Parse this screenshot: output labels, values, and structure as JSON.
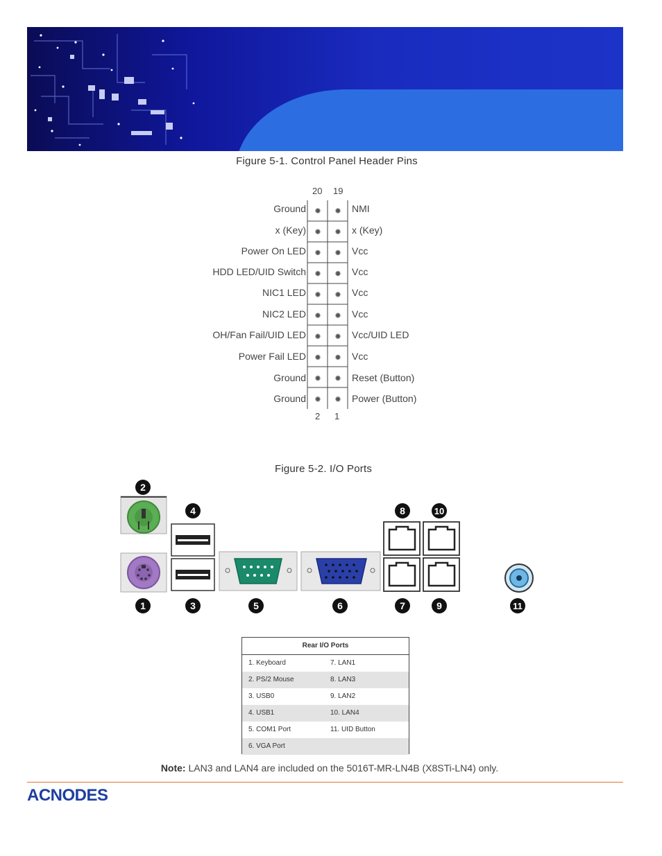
{
  "figure1": {
    "title": "Figure 5-1. Control Panel Header Pins",
    "top_numbers": [
      "20",
      "19"
    ],
    "bottom_numbers": [
      "2",
      "1"
    ],
    "rows": [
      {
        "left": "Ground",
        "right": "NMI"
      },
      {
        "left": "x (Key)",
        "right": "x (Key)"
      },
      {
        "left": "Power On LED",
        "right": "Vcc"
      },
      {
        "left": "HDD LED/UID Switch",
        "right": "Vcc"
      },
      {
        "left": "NIC1 LED",
        "right": "Vcc"
      },
      {
        "left": "NIC2 LED",
        "right": "Vcc"
      },
      {
        "left": "OH/Fan Fail/UID LED",
        "right": "Vcc/UID LED"
      },
      {
        "left": "Power Fail LED",
        "right": "Vcc"
      },
      {
        "left": "Ground",
        "right": "Reset (Button)"
      },
      {
        "left": "Ground",
        "right": "Power (Button)"
      }
    ]
  },
  "figure2": {
    "title": "Figure 5-2. I/O Ports",
    "callouts": [
      "1",
      "2",
      "3",
      "4",
      "5",
      "6",
      "7",
      "8",
      "9",
      "10",
      "11"
    ]
  },
  "rear_table": {
    "header": "Rear I/O Ports",
    "rows": [
      {
        "c1": "1. Keyboard",
        "c2": "7. LAN1"
      },
      {
        "c1": "2. PS/2 Mouse",
        "c2": "8. LAN3"
      },
      {
        "c1": "3. USB0",
        "c2": "9. LAN2"
      },
      {
        "c1": "4. USB1",
        "c2": "10. LAN4"
      },
      {
        "c1": "5. COM1 Port",
        "c2": "11. UID Button"
      },
      {
        "c1": "6. VGA Port",
        "c2": ""
      }
    ]
  },
  "note": {
    "label": "Note:",
    "text": " LAN3 and LAN4 are included on the 5016T-MR-LN4B (X8STi-LN4) only."
  },
  "footer": {
    "logo_text": "ACNODES"
  },
  "colors": {
    "banner_dark": "#0a0c55",
    "banner_swoosh": "#2c6de2",
    "rule": "#e07030",
    "logo": "#1d3f9e",
    "ps2_mouse": "#5cae55",
    "ps2_keyboard": "#a27ac4",
    "com_port": "#1a8a6a",
    "vga_port": "#2a3fa8",
    "uid_button": "#6fb8e6"
  }
}
